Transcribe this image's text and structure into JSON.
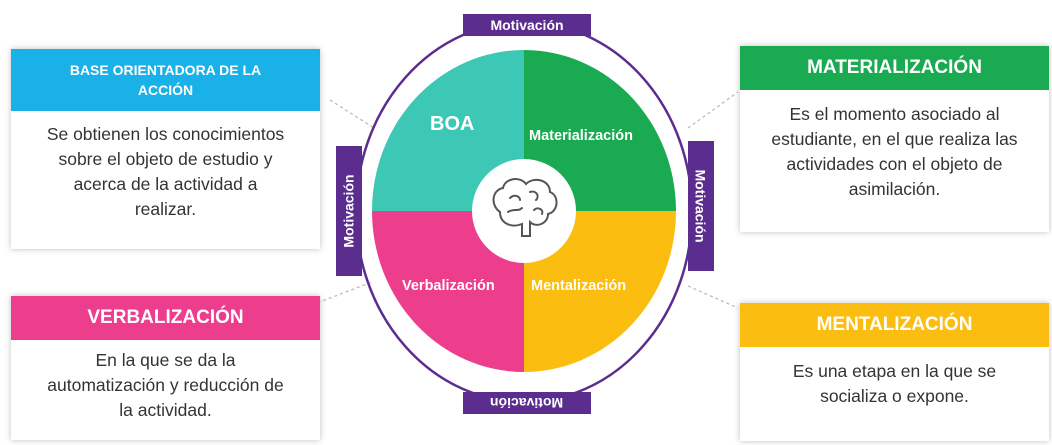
{
  "colors": {
    "boa": "#3cc8b4",
    "materializacion": "#1aaa52",
    "mentalizacion": "#fbbd0f",
    "verbalizacion": "#ec3e8c",
    "base_header": "#1ab0e8",
    "motivacion": "#5b2d8e"
  },
  "diagram": {
    "motivacion_top": "Motivación",
    "motivacion_left": "Motivación",
    "motivacion_right": "Motivación",
    "motivacion_bottom": "Motivación",
    "center_icon": "brain-icon",
    "quadrants": {
      "boa": "BOA",
      "materializacion": "Materialización",
      "verbalizacion": "Verbalización",
      "mentalizacion": "Mentalización"
    }
  },
  "cards": {
    "base": {
      "title_line1": "BASE ORIENTADORA  DE LA",
      "title_line2": "ACCIÓN",
      "body": [
        "Se obtienen los conocimientos",
        "sobre el objeto de estudio y",
        "acerca de la actividad a",
        "realizar."
      ]
    },
    "materializacion": {
      "title": "MATERIALIZACIÓN",
      "body": [
        "Es el  momento asociado al",
        "estudiante, en el que realiza las",
        "actividades con el objeto de",
        "asimilación."
      ]
    },
    "verbalizacion": {
      "title": "VERBALIZACIÓN",
      "body": [
        "En la que se da la",
        "automatización  y reducción de",
        "la actividad."
      ]
    },
    "mentalizacion": {
      "title": "MENTALIZACIÓN",
      "body": [
        "Es una etapa en la que se",
        "socializa o expone."
      ]
    }
  }
}
